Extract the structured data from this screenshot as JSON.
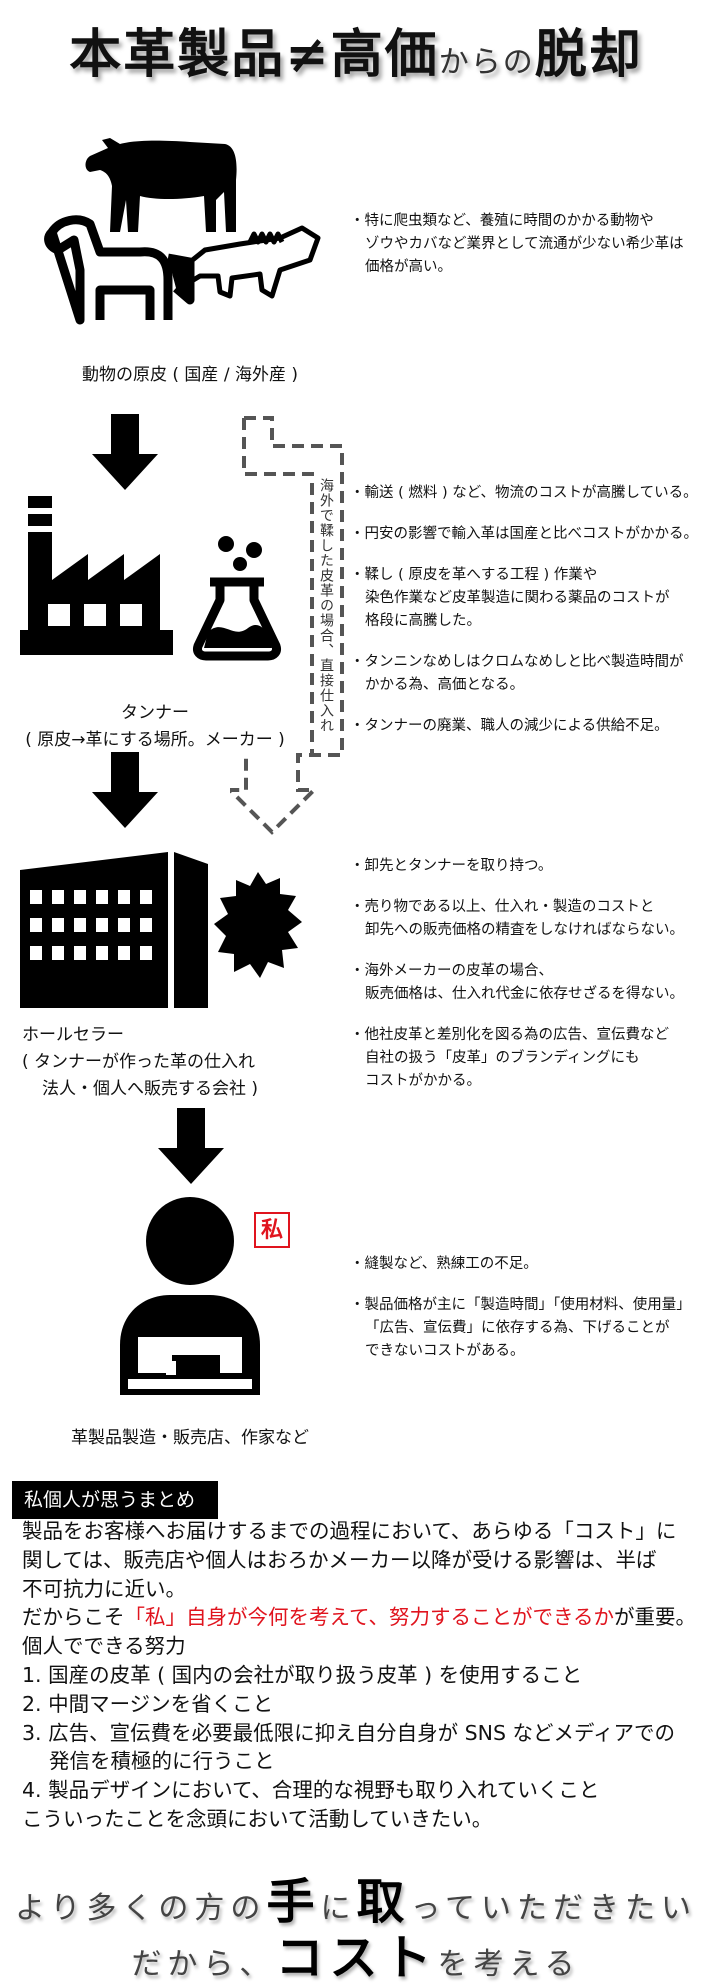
{
  "title": {
    "part1": "本革製品≠高価",
    "part2": "からの",
    "part3": "脱却"
  },
  "stages": [
    {
      "label_lines": [
        "動物の原皮 ( 国産 / 海外産 )"
      ],
      "bullets": [
        [
          "・特に爬虫類など、養殖に時間のかかる動物や",
          "ゾウやカバなど業界として流通が少ない希少革は",
          "価格が高い。"
        ]
      ]
    },
    {
      "label_lines": [
        "タンナー",
        "( 原皮→革にする場所。メーカー )"
      ],
      "bullets": [
        [
          "・輸送 ( 燃料 ) など、物流のコストが高騰している。"
        ],
        [
          "・円安の影響で輸入革は国産と比べコストがかかる。"
        ],
        [
          "・鞣し ( 原皮を革へする工程 ) 作業や",
          "染色作業など皮革製造に関わる薬品のコストが",
          "格段に高騰した。"
        ],
        [
          "・タンニンなめしはクロムなめしと比べ製造時間が",
          "かかる為、高価となる。"
        ],
        [
          "・タンナーの廃業、職人の減少による供給不足。"
        ]
      ]
    },
    {
      "label_lines": [
        "ホールセラー",
        "( タンナーが作った革の仕入れ",
        "法人・個人へ販売する会社 )"
      ],
      "bullets": [
        [
          "・卸先とタンナーを取り持つ。"
        ],
        [
          "・売り物である以上、仕入れ・製造のコストと",
          "卸先への販売価格の精査をしなければならない。"
        ],
        [
          "・海外メーカーの皮革の場合、",
          "販売価格は、仕入れ代金に依存せざるを得ない。"
        ],
        [
          "・他社皮革と差別化を図る為の広告、宣伝費など",
          "自社の扱う「皮革」のブランディングにも",
          "コストがかかる。"
        ]
      ]
    },
    {
      "label_lines": [
        "革製品製造・販売店、作家など"
      ],
      "badge": "私",
      "bullets": [
        [
          "・縫製など、熟練工の不足。"
        ],
        [
          "・製品価格が主に「製造時間」「使用材料、使用量」",
          "「広告、宣伝費」に依存する為、下げることが",
          "できないコストがある。"
        ]
      ]
    }
  ],
  "bypass_note": "海外で鞣した皮革の場合、直接仕入れ",
  "summary": {
    "heading": "私個人が思うまとめ",
    "lines": [
      "製品をお客様へお届けするまでの過程において、あらゆる「コスト」に",
      "関しては、販売店や個人はおろかメーカー以降が受ける影響は、半ば",
      "不可抗力に近い。"
    ],
    "emphasis": {
      "before": "だからこそ",
      "highlight": "「私」自身が今何を考えて、努力することができるか",
      "after": "が重要。"
    },
    "effort_heading": "個人でできる努力",
    "efforts": [
      [
        "1. 国産の皮革 ( 国内の会社が取り扱う皮革 ) を使用すること"
      ],
      [
        "2. 中間マージンを省くこと"
      ],
      [
        "3. 広告、宣伝費を必要最低限に抑え自分自身が SNS などメディアでの",
        "発信を積極的に行うこと"
      ],
      [
        "4. 製品デザインにおいて、合理的な視野も取り入れていくこと"
      ]
    ],
    "closing": "こういったことを念頭において活動していきたい。"
  },
  "slogan": {
    "line1": [
      "より多くの方の",
      "手",
      "に",
      "取",
      "っていただきたい"
    ],
    "line2": [
      "だから、",
      "コスト",
      "を考える"
    ]
  },
  "colors": {
    "accent_red": "#e0141e",
    "black": "#000000"
  }
}
